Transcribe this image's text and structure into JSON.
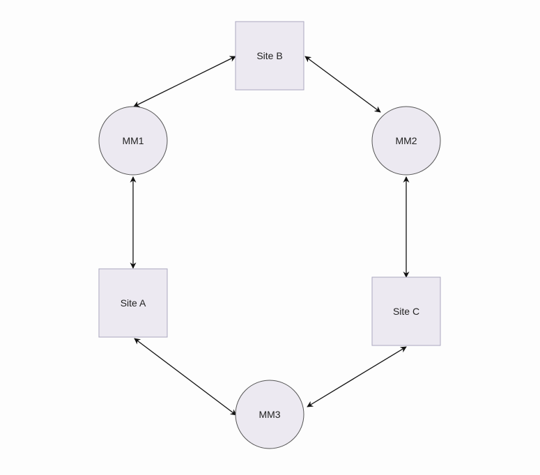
{
  "diagram": {
    "type": "network",
    "colors": {
      "node_fill": "#ece9f1",
      "node_stroke": "#aaa6bf",
      "circle_stroke": "#555555",
      "edge": "#111111",
      "background": "#fdfdfd"
    },
    "nodes": [
      {
        "id": "site-b",
        "label": "Site B",
        "shape": "square"
      },
      {
        "id": "mm1",
        "label": "MM1",
        "shape": "circle"
      },
      {
        "id": "mm2",
        "label": "MM2",
        "shape": "circle"
      },
      {
        "id": "site-a",
        "label": "Site A",
        "shape": "square"
      },
      {
        "id": "site-c",
        "label": "Site C",
        "shape": "square"
      },
      {
        "id": "mm3",
        "label": "MM3",
        "shape": "circle"
      }
    ],
    "edges": [
      {
        "from": "site-b",
        "to": "mm1",
        "direction": "both"
      },
      {
        "from": "site-b",
        "to": "mm2",
        "direction": "both"
      },
      {
        "from": "mm1",
        "to": "site-a",
        "direction": "both"
      },
      {
        "from": "mm2",
        "to": "site-c",
        "direction": "both"
      },
      {
        "from": "site-a",
        "to": "mm3",
        "direction": "both"
      },
      {
        "from": "site-c",
        "to": "mm3",
        "direction": "both"
      }
    ]
  }
}
